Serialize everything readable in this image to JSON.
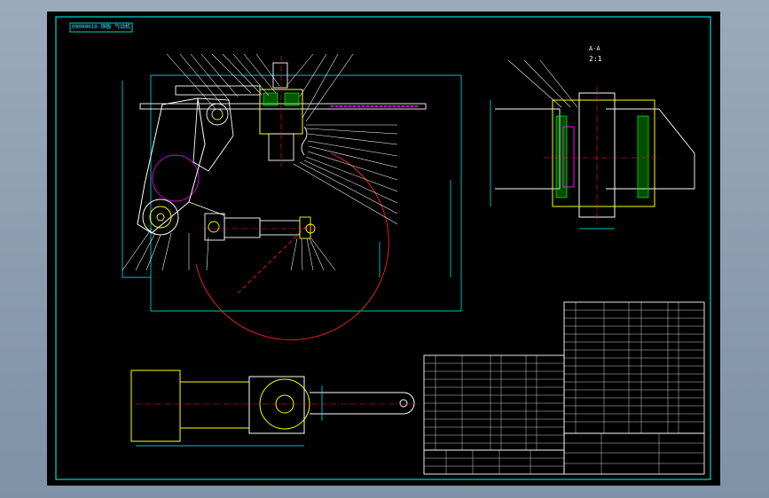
{
  "drawing": {
    "title_tag": "00000010-铜板 气动机",
    "section_label": "A-A",
    "section_scale": "2:1"
  },
  "colors": {
    "background": "#000000",
    "frame": "#00ffff",
    "outline": "#ffffff",
    "part": "#ffff00",
    "dimension": "#00ffff",
    "leader": "#ffffff",
    "motion_arc": "#ff2020",
    "hatch": "#00ff00",
    "center_line": "#ff2020",
    "shaft": "#ff00ff"
  }
}
